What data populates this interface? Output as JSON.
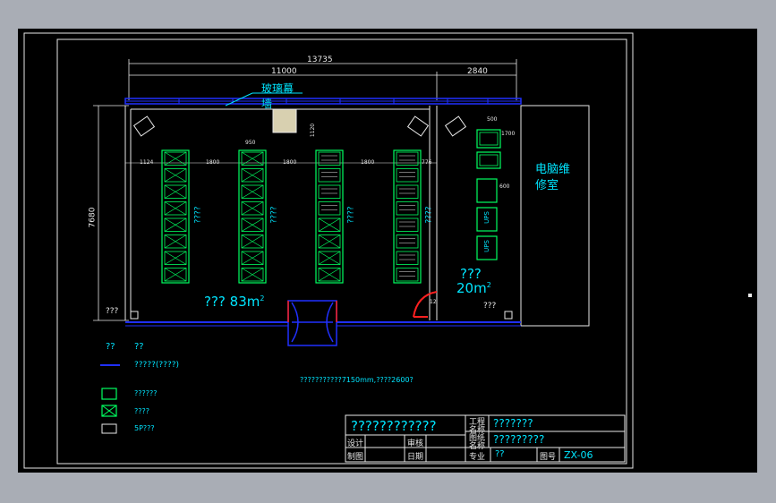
{
  "drawing": {
    "dims": {
      "total": "13735",
      "left": "11000",
      "right": "2840",
      "height": "7680"
    },
    "glass_curtain": {
      "line1": "玻璃幕",
      "line2": "墙"
    },
    "repair_room": {
      "line1": "电脑维",
      "line2": "修室"
    },
    "room_main": {
      "label": "??? 83m",
      "sup": "2"
    },
    "room_small": {
      "label_top": "???",
      "label_area": "20m",
      "sup": "2"
    },
    "small_dims": {
      "d950": "950",
      "d1124": "1124",
      "d1800a": "1800",
      "d1800b": "1800",
      "d1800c": "1800",
      "d776": "776",
      "d1120": "1120",
      "d500": "500",
      "d600": "600",
      "d1700": "1700"
    },
    "rack_labels": {
      "r1": "????",
      "r2": "????",
      "r3": "????",
      "r4": "????"
    },
    "corner_left": "???",
    "corner_right": "???",
    "door_mark": "12",
    "ups_labels": [
      "UPS",
      "UPS"
    ]
  },
  "legend": {
    "header_a": "??",
    "header_b": "??",
    "line_item": "?????(????)",
    "box_item": "??????",
    "x_item": "????",
    "fiveP": "5P???"
  },
  "note": "???????????7150mm,????2600?",
  "title_block": {
    "project_title": "????????????",
    "label_gongcheng": "工程",
    "label_mingcheng": "名称",
    "project_name": "???????",
    "label_tuzhi": "图纸",
    "label_mingcheng2": "名称",
    "drawing_name": "?????????",
    "label_design": "设计",
    "label_review": "审核",
    "label_draw": "制图",
    "label_date": "日期",
    "label_major": "专业",
    "major_value": "??",
    "label_no": "图号",
    "drawing_no": "ZX-06"
  }
}
